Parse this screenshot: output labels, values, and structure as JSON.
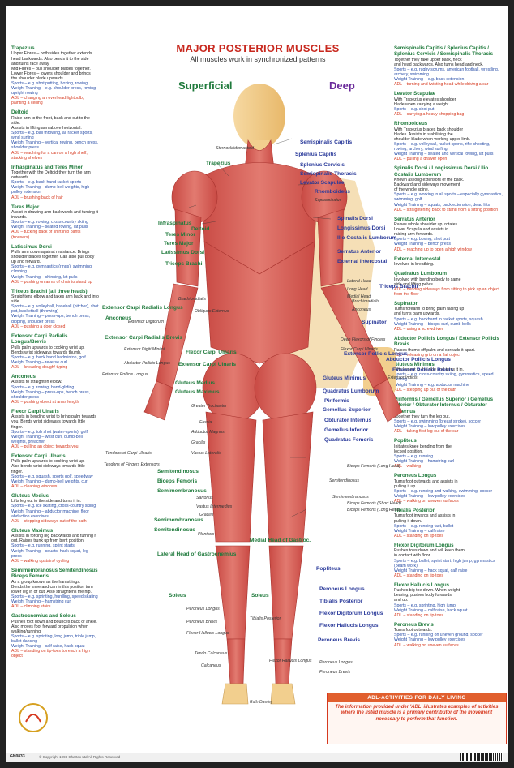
{
  "header": {
    "title": "MAJOR POSTERIOR MUSCLES",
    "subtitle": "All muscles work in synchronized patterns",
    "superficial": "Superficial",
    "deep": "Deep"
  },
  "left_column": [
    {
      "heading": "Trapezius",
      "lines": [
        "Upper Fibres – both sides together extends",
        "head backwards. Also bends it to the side",
        "and turns face away.",
        "Mid Fibres – pull shoulder blades together.",
        "Lower Fibres – lowers shoulder and brings",
        "the shoulder blade upwards."
      ],
      "sports": "Sports – e.g. shot putting, boxing, rowing",
      "training": "Weight Training – e.g. shoulder press, rowing, upright rowing",
      "adl": "ADL – changing an overhead lightbulb, painting a ceiling"
    },
    {
      "heading": "Deltoid",
      "lines": [
        "Raise arm to the front, back and out to the side.",
        "Assists in lifting arm above horizontal."
      ],
      "sports": "Sports – e.g. ball throwing, all racket sports, wind surfing",
      "training": "Weight Training – vertical rowing, bench press, shoulder press",
      "adl": "ADL – reaching for a can on a high shelf, stacking shelves"
    },
    {
      "heading": "Infraspinatus and Teres Minor",
      "lines": [
        "Together with the Deltoid they turn the arm",
        "outwards."
      ],
      "sports": "Sports – e.g. back-hand racket sports",
      "training": "Weight Training – dumb-bell weights, high pulley extension",
      "adl": "ADL – brushing back of hair"
    },
    {
      "heading": "Teres Major",
      "lines": [
        "Assist in drawing arm backwards and turning it",
        "inwards."
      ],
      "sports": "Sports – e.g. rowing, cross-country skiing",
      "training": "Weight Training – seated rowing, lat pulls",
      "adl": "ADL – tucking back of shirt into pants (trousers)"
    },
    {
      "heading": "Latissimus Dorsi",
      "lines": [
        "Pulls arm down against resistance. Brings",
        "shoulder blades together. Can also pull body",
        "up and forward."
      ],
      "sports": "Sports – e.g. gymnastics (rings), swimming, climbing",
      "training": "Weight Training – chinning, lat pulls",
      "adl": "ADL – pushing on arms of chair to stand up"
    },
    {
      "heading": "Triceps Brachii (all three heads)",
      "lines": [
        "Straightens elbow and takes arm back and into",
        "side."
      ],
      "sports": "Sports – e.g. volleyball, baseball (pitcher), shot put, basketball (throwing)",
      "training": "Weight Training – press-ups, bench press, dipping, shoulder press",
      "adl": "ADL – pushing a door closed"
    },
    {
      "heading": "Extensor Carpi Radialis Longus/Brevis",
      "lines": [
        "Pulls palm upwards to cocking wrist up.",
        "Bends wrist sideways towards thumb."
      ],
      "sports": "Sports – e.g. back hand badminton, golf",
      "training": "Weight Training – reverse curl",
      "adl": "ADL – kneading dough/ typing"
    },
    {
      "heading": "Anconeus",
      "lines": [
        "Assists to straighten elbow."
      ],
      "sports": "Sports – e.g. rowing, hand-gliding",
      "training": "Weight Training – press-ups, bench press, shoulder press",
      "adl": "ADL – pushing object at arms length"
    },
    {
      "heading": "Flexor Carpi Ulnaris",
      "lines": [
        "Assists in bending wrist to bring palm towards",
        "you. Bends wrist sideways towards little",
        "finger."
      ],
      "sports": "Sports – e.g. tob shot (water-sports), golf",
      "training": "Weight Training – wrist curl, dumb-bell weights, preacher",
      "adl": "ADL – pulling an object towards you"
    },
    {
      "heading": "Extensor Carpi Ulnaris",
      "lines": [
        "Pulls palm upwards to cocking wrist up.",
        "Also bends wrist sideways towards little",
        "finger."
      ],
      "sports": "Sports – e.g. squash, sports golf, speedway",
      "training": "Weight Training – dumb-bell weights, curl",
      "adl": "ADL – cleaning windows"
    },
    {
      "heading": "Gluteus Medius",
      "lines": [
        "Lifts leg out to the side and turns it in."
      ],
      "sports": "Sports – e.g. ice skating, cross-country skiing",
      "training": "Weight Training – abductor machine, floor abduction exercises",
      "adl": "ADL – stepping sideways out of the bath"
    },
    {
      "heading": "Gluteus Maximus",
      "lines": [
        "Assists in forcing leg backwards and turning it",
        "out. Raises trunk up from bent position."
      ],
      "sports": "Sports – e.g. running, sprint starts",
      "training": "Weight Training – squats, hack squat, leg press",
      "adl": "ADL – walking upstairs/ cycling"
    },
    {
      "heading": "Semimembranosus Semitendinosus Biceps Femoris",
      "lines": [
        "As a group known as the hamstrings.",
        "Bends the knee and can in this position turn",
        "lower leg in or out. Also straightens the hip."
      ],
      "sports": "Sports – e.g. sprinting, hurdling, speed skating",
      "training": "Weight Training – hamstring curl",
      "adl": "ADL – climbing stairs"
    },
    {
      "heading": "Gastrocnemius and Soleus",
      "lines": [
        "Pushes foot down and bounces back of ankle.",
        "Also moves foot forward propulsion when",
        "walking/running."
      ],
      "sports": "Sports – e.g. sprinting, long jump, triple jump, ballet dancing",
      "training": "Weight Training – calf raise, hack squat",
      "adl": "ADL – standing on tip-toes to reach a high object"
    }
  ],
  "right_column": [
    {
      "heading": "Semispinalis Capitis / Splenius Capitis / Splenius Cervicis / Semispinalis Thoracis",
      "lines": [
        "Together they take upper back, neck",
        "and head backwards. Also turns head and neck."
      ],
      "sports": "Sports – e.g. rugby scrums, american football, wrestling, archery, swimming",
      "training": "Weight Training – e.g. back extension",
      "adl": "ADL – turning and twisting head while driving a car"
    },
    {
      "heading": "Levator Scapulae",
      "lines": [
        "With Trapezius elevates shoulder",
        "blade when carrying a weight."
      ],
      "sports": "Sports – e.g. shot put",
      "training": "",
      "adl": "ADL – carrying a heavy shopping bag"
    },
    {
      "heading": "Rhomboideus",
      "lines": [
        "With Trapezius braces back shoulder",
        "blades. Assists in stabilising the",
        "shoulder blade when working upper limb."
      ],
      "sports": "Sports – e.g. volleyball, racket sports, rifle shooting, rowing, archery, wind surfing",
      "training": "Weight Training – seated and vertical rowing, lat pulls",
      "adl": "ADL – pulling a drawer open"
    },
    {
      "heading": "Spinalis Dorsi / Longissimus Dorsi / Ilio Costalis Lumborum",
      "lines": [
        "Known as long extensors of the back.",
        "Backward and sideways movement",
        "of the whole spine."
      ],
      "sports": "Sports – e.g. working in all sports – especially gymnastics, swimming, golf",
      "training": "Weight Training – squats, back extension, dead lifts",
      "adl": "ADL – straightening back to stand from a sitting position"
    },
    {
      "heading": "Serratus Anterior",
      "lines": [
        "Raises whole shoulder up, rotates",
        "Lower Scapula and assists in",
        "raising arm forwards."
      ],
      "sports": "Sports – e.g. boxing, shot putt",
      "training": "Weight Training – bench press",
      "adl": "ADL – reaching up to open a high window"
    },
    {
      "heading": "External Intercostal",
      "lines": [
        "Involved in breathing."
      ],
      "sports": "",
      "training": "",
      "adl": ""
    },
    {
      "heading": "Quadratus Lumborum",
      "lines": [
        "Involved with bending body to same",
        "side and lifting pelvis."
      ],
      "sports": "",
      "training": "",
      "adl": "ADL – bending sideways from sitting to pick up an object from the floor"
    },
    {
      "heading": "Supinator",
      "lines": [
        "Turns forearm to bring palm facing up",
        "and turns palm upwards."
      ],
      "sports": "Sports – e.g. backhand in racket sports, squash",
      "training": "Weight Training – biceps curl, dumb-bells",
      "adl": "ADL – using a screwdriver"
    },
    {
      "heading": "Abductor Pollicis Longus / Extensor Pollicis Brevis",
      "lines": [
        "Raises thumb off palm and spreads it apart."
      ],
      "sports": "",
      "training": "",
      "adl": "ADL – releasing grip on a flat object"
    },
    {
      "heading": "Gluteus Minimus",
      "lines": [
        "Lifts leg out to the side and turns it in."
      ],
      "sports": "Sports – e.g. cross-country skiing, gymnastics, speed skating",
      "training": "Weight Training – e.g. abductor machine",
      "adl": "ADL – stepping up out of the bath"
    },
    {
      "heading": "Piriformis / Gemellus Superior / Gemellus Inferior / Obturator Internus / Obturator Externus",
      "lines": [
        "Together they turn the leg out."
      ],
      "sports": "Sports – e.g. swimming (breast stroke), soccer",
      "training": "Weight Training – low pulley exercises",
      "adl": "ADL – taking first leg out of the car"
    },
    {
      "heading": "Popliteus",
      "lines": [
        "Initiates knee bending from the",
        "locked position."
      ],
      "sports": "Sports – e.g. running",
      "training": "Weight Training – hamstring curl",
      "adl": "ADL – walking"
    },
    {
      "heading": "Peroneus Longus",
      "lines": [
        "Turns foot outwards and assists in",
        "pulling it up."
      ],
      "sports": "Sports – e.g. running and walking, swimming, soccer",
      "training": "Weight Training – low pulley exercises",
      "adl": "ADL – walking on uneven surfaces"
    },
    {
      "heading": "Tibialis Posterior",
      "lines": [
        "Turns foot inwards and assists in",
        "pulling it down."
      ],
      "sports": "Sports – e.g. running fast, ballet",
      "training": "Weight Training – calf raise",
      "adl": "ADL – standing on tip-toes"
    },
    {
      "heading": "Flexor Digitorum Longus",
      "lines": [
        "Pushes toes down and will keep them",
        "in contact with floor."
      ],
      "sports": "Sports – e.g. ballet, sprint start, high jump, gymnastics (beam work)",
      "training": "Weight Training – hack squat, calf raise",
      "adl": "ADL – standing on tip-toes"
    },
    {
      "heading": "Flexor Hallucis Longus",
      "lines": [
        "Pushes big toe down. When weight",
        "bearing, pushes body forwards",
        "and up."
      ],
      "sports": "Sports – e.g. sprinting, high jump",
      "training": "Weight Training – calf raise, hack squat",
      "adl": "ADL – standing on tip-toes"
    },
    {
      "heading": "Peroneus Brevis",
      "lines": [
        "Turns foot outwards."
      ],
      "sports": "Sports – e.g. running on uneven ground, soccer",
      "training": "Weight Training – low pulley exercises",
      "adl": "ADL – walking on uneven surfaces"
    }
  ],
  "figure_labels_left": [
    {
      "text": "Trapezius",
      "style": "g"
    },
    {
      "text": "Deltoid",
      "style": "g"
    },
    {
      "text": "Infraspinatus",
      "style": "g"
    },
    {
      "text": "Teres Minor",
      "style": "g"
    },
    {
      "text": "Teres Major",
      "style": "g"
    },
    {
      "text": "Latissimus Dorsi",
      "style": "g"
    },
    {
      "text": "Triceps Brachii",
      "style": "g"
    },
    {
      "text": "Brachioradialis",
      "style": "i"
    },
    {
      "text": "Extensor Carpi Radialis Longus",
      "style": "g"
    },
    {
      "text": "Anconeus",
      "style": "g"
    },
    {
      "text": "Extensor Digitorum",
      "style": "i"
    },
    {
      "text": "Extensor Carpi Radialis Brevis",
      "style": "g"
    },
    {
      "text": "Extensor Digiti Minimi",
      "style": "i"
    },
    {
      "text": "Abductor Pollicis Longus",
      "style": "i"
    },
    {
      "text": "Extensor Pollicis Longus",
      "style": "i"
    },
    {
      "text": "Flexor Carpi Ulnaris",
      "style": "g"
    },
    {
      "text": "Extensor Carpi Ulnaris",
      "style": "g"
    },
    {
      "text": "Gluteus Medius",
      "style": "g"
    },
    {
      "text": "Gluteus Maximus",
      "style": "g"
    },
    {
      "text": "Greater Trochanter",
      "style": "i"
    },
    {
      "text": "Tendons of Carpi Ulnaris",
      "style": "i"
    },
    {
      "text": "Tendons of Fingers Extensors",
      "style": "i"
    },
    {
      "text": "Fascia",
      "style": "i"
    },
    {
      "text": "Adductor Magnus",
      "style": "i"
    },
    {
      "text": "Gracilis",
      "style": "i"
    },
    {
      "text": "Vastus Lateralis",
      "style": "i"
    },
    {
      "text": "Semitendinosus",
      "style": "g"
    },
    {
      "text": "Biceps Femoris",
      "style": "g"
    },
    {
      "text": "Semimembranosus",
      "style": "g"
    },
    {
      "text": "Sartorius",
      "style": "i"
    },
    {
      "text": "Vastus Intermedius",
      "style": "i"
    },
    {
      "text": "Gracilis",
      "style": "i"
    },
    {
      "text": "Semimembranosus",
      "style": "g"
    },
    {
      "text": "Semitendinosus",
      "style": "g"
    },
    {
      "text": "Plantaris",
      "style": "i"
    },
    {
      "text": "Lateral Head of Gastrocnemius",
      "style": "g"
    },
    {
      "text": "Medial Head of Gastroc.",
      "style": "g"
    },
    {
      "text": "Soleus",
      "style": "g"
    },
    {
      "text": "Soleus",
      "style": "g"
    },
    {
      "text": "Peroneus Longus",
      "style": "i"
    },
    {
      "text": "Peroneus Brevis",
      "style": "i"
    },
    {
      "text": "Flexor Hallucis Longus",
      "style": "i"
    },
    {
      "text": "Tendo Calcaneus",
      "style": "i"
    },
    {
      "text": "Calcaneus",
      "style": "i"
    },
    {
      "text": "Tibialis Posterior",
      "style": "i"
    },
    {
      "text": "Flexor Hallucis Longus",
      "style": "i"
    },
    {
      "text": "Sternocleidomastoid",
      "style": "i"
    },
    {
      "text": "Obliquus Externus",
      "style": "i"
    }
  ],
  "figure_labels_right": [
    {
      "text": "Semispinalis Capitis",
      "style": "r"
    },
    {
      "text": "Splenius Capitis",
      "style": "r"
    },
    {
      "text": "Splenius Cervicis",
      "style": "r"
    },
    {
      "text": "Semispinalis Thoracis",
      "style": "r"
    },
    {
      "text": "Levator Scapulae",
      "style": "r"
    },
    {
      "text": "Rhomboideus",
      "style": "r"
    },
    {
      "text": "Supraspinatus",
      "style": "i"
    },
    {
      "text": "Spinalis Dorsi",
      "style": "r"
    },
    {
      "text": "Longissimus Dorsi",
      "style": "r"
    },
    {
      "text": "Ilio Costalis Lumborum",
      "style": "r"
    },
    {
      "text": "Serratus Anterior",
      "style": "r"
    },
    {
      "text": "External Intercostal",
      "style": "r"
    },
    {
      "text": "Lateral Head",
      "style": "i"
    },
    {
      "text": "Long Head",
      "style": "i"
    },
    {
      "text": "Medial Head",
      "style": "i"
    },
    {
      "text": "Triceps Brachii",
      "style": "r"
    },
    {
      "text": "Brachioradialis",
      "style": "i"
    },
    {
      "text": "Anconeus",
      "style": "i"
    },
    {
      "text": "Supinator",
      "style": "r"
    },
    {
      "text": "Deep Flexors of Fingers",
      "style": "i"
    },
    {
      "text": "Flexor Carpi Ulnaris",
      "style": "i"
    },
    {
      "text": "Extensor Pollicis Longus",
      "style": "r"
    },
    {
      "text": "Gluteus Minimus",
      "style": "r"
    },
    {
      "text": "Quadratus Lumborum",
      "style": "r"
    },
    {
      "text": "Abductor Pollicis Longus",
      "style": "r"
    },
    {
      "text": "Extensor Pollicis Brevis",
      "style": "r"
    },
    {
      "text": "Extensor Indicis",
      "style": "i"
    },
    {
      "text": "Piriformis",
      "style": "r"
    },
    {
      "text": "Gemellus Superior",
      "style": "r"
    },
    {
      "text": "Obturator Internus",
      "style": "r"
    },
    {
      "text": "Gemellus Inferior",
      "style": "r"
    },
    {
      "text": "Quadratus Femoris",
      "style": "r"
    },
    {
      "text": "Biceps Femoris (Long Head)",
      "style": "i"
    },
    {
      "text": "Semitendinosus",
      "style": "i"
    },
    {
      "text": "Semimembranosus",
      "style": "i"
    },
    {
      "text": "Biceps Femoris (Short Head)",
      "style": "i"
    },
    {
      "text": "Biceps Femoris (Long Head)",
      "style": "i"
    },
    {
      "text": "Popliteus",
      "style": "r"
    },
    {
      "text": "Peroneus Longus",
      "style": "r"
    },
    {
      "text": "Tibialis Posterior",
      "style": "r"
    },
    {
      "text": "Flexor Digitorum Longus",
      "style": "r"
    },
    {
      "text": "Flexor Hallucis Longus",
      "style": "r"
    },
    {
      "text": "Peroneus Brevis",
      "style": "r"
    },
    {
      "text": "Peroneus Longus",
      "style": "i"
    },
    {
      "text": "Peroneus Brevis",
      "style": "i"
    }
  ],
  "adl_box": {
    "heading": "ADL-ACTIVITIES FOR DAILY LIVING",
    "body": "The information provided under 'ADL' illustrates examples of activities where the listed muscle is a primary contributor of the movement necessary to perform that function."
  },
  "footer": {
    "code": "GN0833",
    "copyright": "© Copyright 1998 Chartex Ltd All Rights Reserved",
    "artist": "Ruth Dawley"
  },
  "colors": {
    "title": "#c8281e",
    "heading_green": "#1f7a3c",
    "deep_purple": "#6a2a9a",
    "sports_blue": "#2a4fa8",
    "adl_red": "#d6391f",
    "muscle": "#d95c57",
    "skin": "#f2cf8e"
  }
}
